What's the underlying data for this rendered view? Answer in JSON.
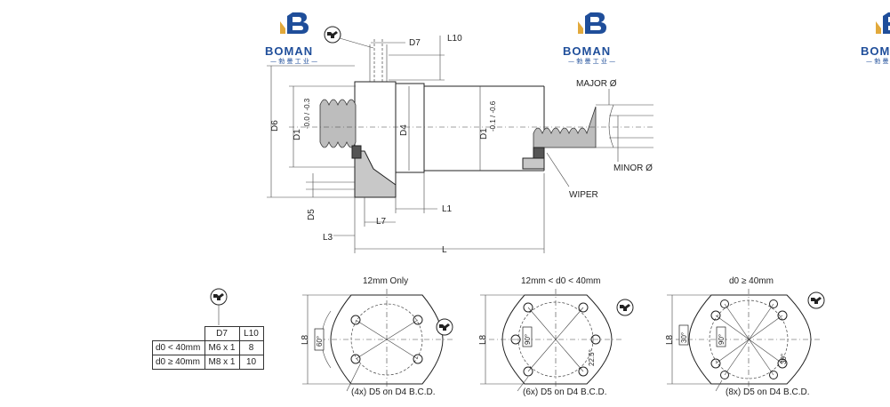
{
  "brand": {
    "name": "BOMAN",
    "subtitle": "— 勃 曼 工 业 —",
    "colors": {
      "primary": "#1f4e9a",
      "accent": "#e2a93b"
    }
  },
  "main_drawing": {
    "labels": {
      "d7": "D7",
      "l10": "L10",
      "d6": "D6",
      "d1_left": "D1",
      "d1_left_tol": "-0.0 / -0.3",
      "d4": "D4",
      "d1_right": "D1",
      "d1_right_tol": "-0.1 / -0.6",
      "d5": "D5",
      "l1": "L1",
      "l7": "L7",
      "l3": "L3",
      "l": "L",
      "major": "MAJOR Ø",
      "minor": "MINOR Ø",
      "wiper": "WIPER"
    }
  },
  "grease_table": {
    "headers": [
      "",
      "D7",
      "L10"
    ],
    "rows": [
      [
        "d0 < 40mm",
        "M6 x 1",
        "8"
      ],
      [
        "d0 ≥ 40mm",
        "M8 x 1",
        "10"
      ]
    ]
  },
  "flange_views": [
    {
      "title": "12mm Only",
      "angle": "60°",
      "dim": "L8",
      "note": "(4x) D5 on D4 B.C.D."
    },
    {
      "title": "12mm < d0 < 40mm",
      "angle": "90°",
      "angle2": "22.5°",
      "dim": "L8",
      "note": "(6x) D5 on D4 B.C.D."
    },
    {
      "title": "d0 ≥ 40mm",
      "angle": "30°",
      "angle2": "90°",
      "angle3": "30°",
      "dim": "L8",
      "note": "(8x) D5 on D4 B.C.D."
    }
  ]
}
